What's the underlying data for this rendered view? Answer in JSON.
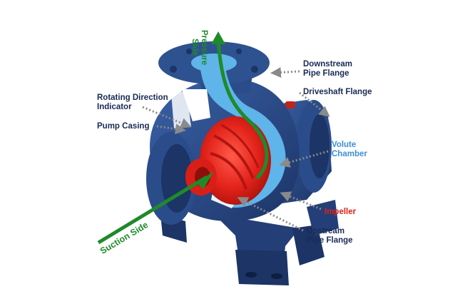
{
  "labels": {
    "pressure": "Pressure",
    "side": "Side",
    "downstream_line1": "Downstream",
    "downstream_line2": "Pipe Flange",
    "driveshaft": "Driveshaft Flange",
    "rotating_line1": "Rotating Direction",
    "rotating_line2": "Indicator",
    "pump_casing": "Pump Casing",
    "volute_line1": "Volute",
    "volute_line2": "Chamber",
    "impeller": "Impeller",
    "upstream_line1": "Upstream",
    "upstream_line2": "Pipe Flange",
    "suction_side": "Suction Side"
  },
  "colors": {
    "casing_blue": "#2b4c8a",
    "casing_dark": "#1c3466",
    "cutaway_light_blue": "#5fb4ea",
    "impeller_red": "#e3231b",
    "flow_green": "#1f8a2a",
    "leader_gray": "#8a8a8a",
    "text_navy": "#1a2a55",
    "text_light_blue": "#3d8fd6",
    "text_red": "#e0201a"
  }
}
